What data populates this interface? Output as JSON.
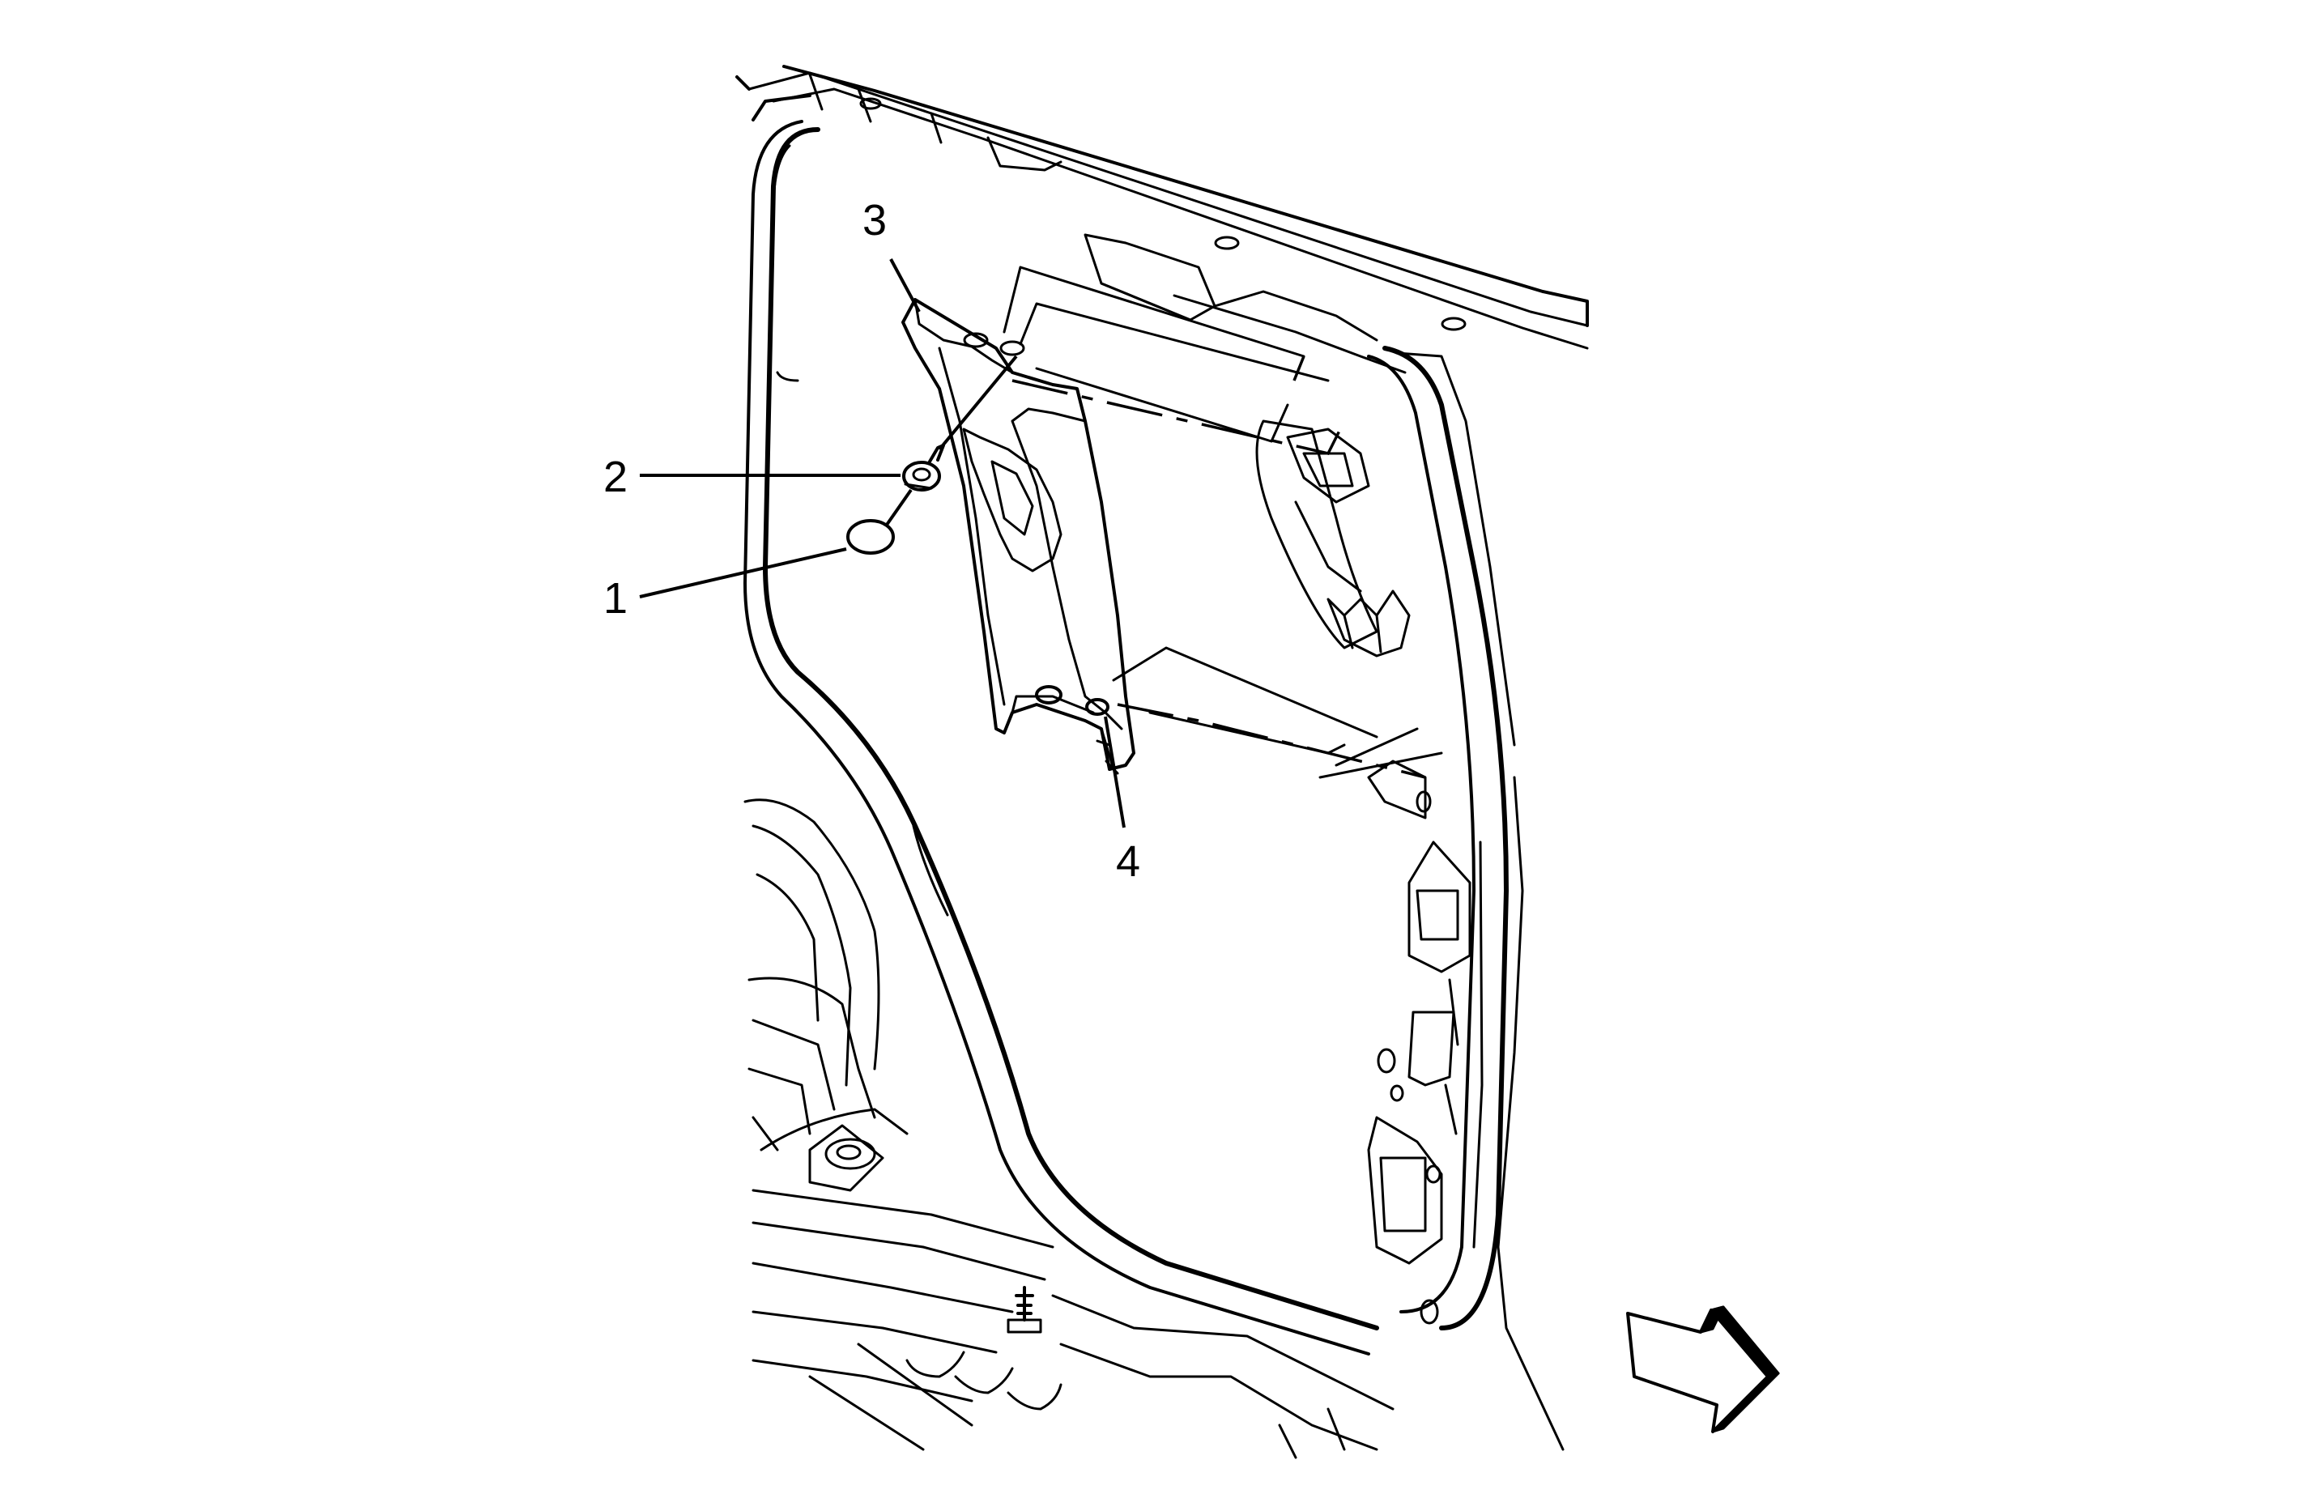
{
  "callouts": [
    {
      "id": "1",
      "label": "1"
    },
    {
      "id": "2",
      "label": "2"
    },
    {
      "id": "3",
      "label": "3"
    },
    {
      "id": "4",
      "label": "4"
    }
  ],
  "direction_arrow": {
    "icon": "forward-direction-arrow-icon"
  }
}
